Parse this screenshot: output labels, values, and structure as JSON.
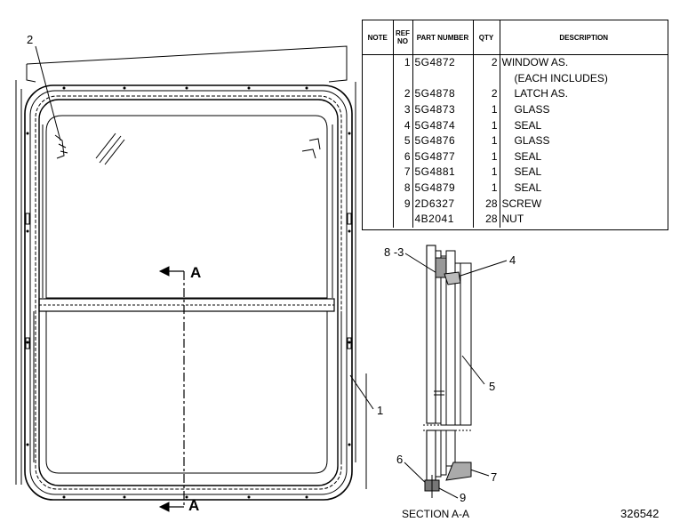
{
  "table": {
    "headers": {
      "note": "NOTE",
      "ref_no": "REF NO",
      "part_number": "PART NUMBER",
      "qty": "QTY",
      "description": "DESCRIPTION"
    },
    "rows": [
      {
        "ref": "1",
        "part": "5G4872",
        "qty": "2",
        "desc": "WINDOW AS.",
        "indent": false
      },
      {
        "ref": "",
        "part": "",
        "qty": "",
        "desc": "(EACH INCLUDES)",
        "indent": true
      },
      {
        "ref": "2",
        "part": "5G4878",
        "qty": "2",
        "desc": "LATCH AS.",
        "indent": true
      },
      {
        "ref": "3",
        "part": "5G4873",
        "qty": "1",
        "desc": "GLASS",
        "indent": true
      },
      {
        "ref": "4",
        "part": "5G4874",
        "qty": "1",
        "desc": "SEAL",
        "indent": true
      },
      {
        "ref": "5",
        "part": "5G4876",
        "qty": "1",
        "desc": "GLASS",
        "indent": true
      },
      {
        "ref": "6",
        "part": "5G4877",
        "qty": "1",
        "desc": "SEAL",
        "indent": true
      },
      {
        "ref": "7",
        "part": "5G4881",
        "qty": "1",
        "desc": "SEAL",
        "indent": true
      },
      {
        "ref": "8",
        "part": "5G4879",
        "qty": "1",
        "desc": "SEAL",
        "indent": true
      },
      {
        "ref": "9",
        "part": "2D6327",
        "qty": "28",
        "desc": "SCREW",
        "indent": false
      },
      {
        "ref": "",
        "part": "4B2041",
        "qty": "28",
        "desc": "NUT",
        "indent": false
      }
    ]
  },
  "callouts": {
    "latch": "2",
    "window": "1",
    "seal_glass": "8 -3",
    "seal_4": "4",
    "glass_5": "5",
    "seal_6": "6",
    "seal_7": "7",
    "screw_9": "9"
  },
  "section_marker": "A",
  "section_label": "SECTION A-A",
  "drawing_number": "326542"
}
